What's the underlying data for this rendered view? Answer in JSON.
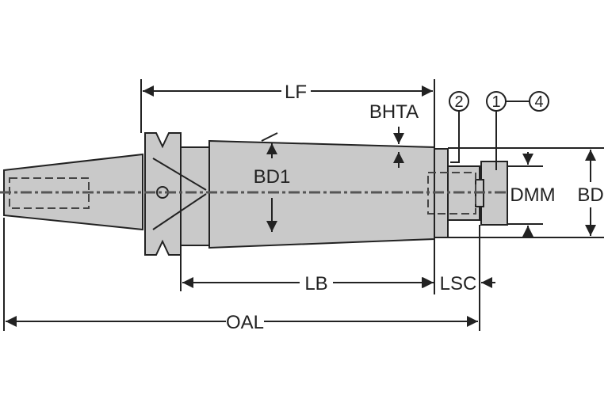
{
  "labels": {
    "lf": "LF",
    "bhta": "BHTA",
    "bd1": "BD1",
    "dmm": "DMM",
    "bd": "BD",
    "lb": "LB",
    "lsc": "LSC",
    "oal": "OAL"
  },
  "callouts": [
    "2",
    "1",
    "4"
  ],
  "colors": {
    "part_fill": "#c9c9c9",
    "line": "#222222"
  }
}
